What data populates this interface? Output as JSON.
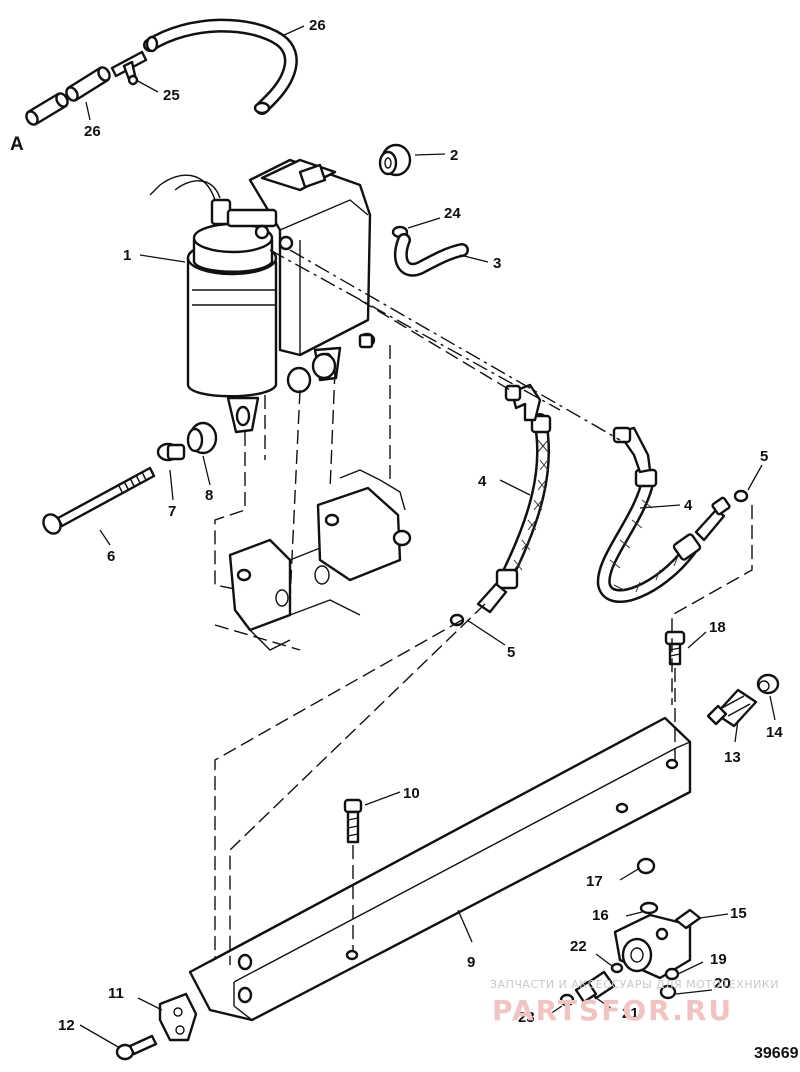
{
  "figure": {
    "sheet_label": "A",
    "figure_number": "39669"
  },
  "callouts": [
    {
      "id": "c1",
      "text": "1"
    },
    {
      "id": "c2",
      "text": "2"
    },
    {
      "id": "c3",
      "text": "3"
    },
    {
      "id": "c4a",
      "text": "4"
    },
    {
      "id": "c4b",
      "text": "4"
    },
    {
      "id": "c5a",
      "text": "5"
    },
    {
      "id": "c5b",
      "text": "5"
    },
    {
      "id": "c6",
      "text": "6"
    },
    {
      "id": "c7",
      "text": "7"
    },
    {
      "id": "c8",
      "text": "8"
    },
    {
      "id": "c9",
      "text": "9"
    },
    {
      "id": "c10",
      "text": "10"
    },
    {
      "id": "c11",
      "text": "11"
    },
    {
      "id": "c12",
      "text": "12"
    },
    {
      "id": "c13",
      "text": "13"
    },
    {
      "id": "c14",
      "text": "14"
    },
    {
      "id": "c15",
      "text": "15"
    },
    {
      "id": "c16",
      "text": "16"
    },
    {
      "id": "c17",
      "text": "17"
    },
    {
      "id": "c18",
      "text": "18"
    },
    {
      "id": "c19",
      "text": "19"
    },
    {
      "id": "c20",
      "text": "20"
    },
    {
      "id": "c21",
      "text": "21"
    },
    {
      "id": "c22",
      "text": "22"
    },
    {
      "id": "c23",
      "text": "23"
    },
    {
      "id": "c24",
      "text": "24"
    },
    {
      "id": "c25",
      "text": "25"
    },
    {
      "id": "c26a",
      "text": "26"
    },
    {
      "id": "c26b",
      "text": "26"
    }
  ],
  "watermark": {
    "tagline": "ЗАПЧАСТИ И АКСЕССУАРЫ ДЛЯ МОТОТЕХНИКИ",
    "logo_text": "PARTSFOR.RU"
  },
  "colors": {
    "ink": "#111111",
    "watermark_text": "#c9c9c9",
    "watermark_logo": "#f2c3c3"
  }
}
